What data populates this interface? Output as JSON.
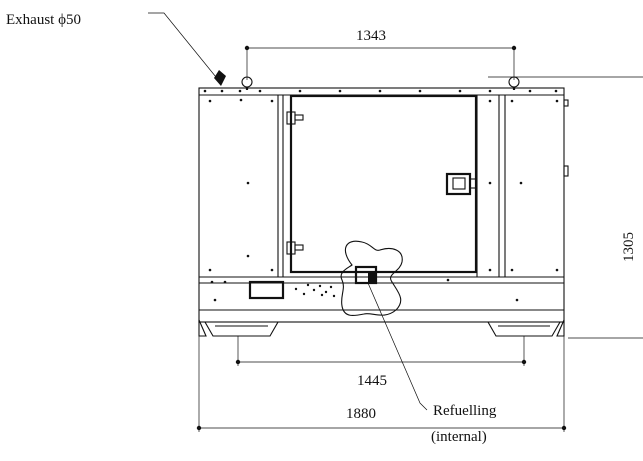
{
  "labels": {
    "exhaust": "Exhaust ϕ50",
    "refuelling_line1": "Refuelling",
    "refuelling_line2": "(internal)"
  },
  "dimensions": {
    "lifting_points": "1343",
    "height": "1305",
    "base_feet": "1445",
    "overall_length": "1880"
  },
  "colors": {
    "line": "#111111",
    "background": "#ffffff"
  }
}
